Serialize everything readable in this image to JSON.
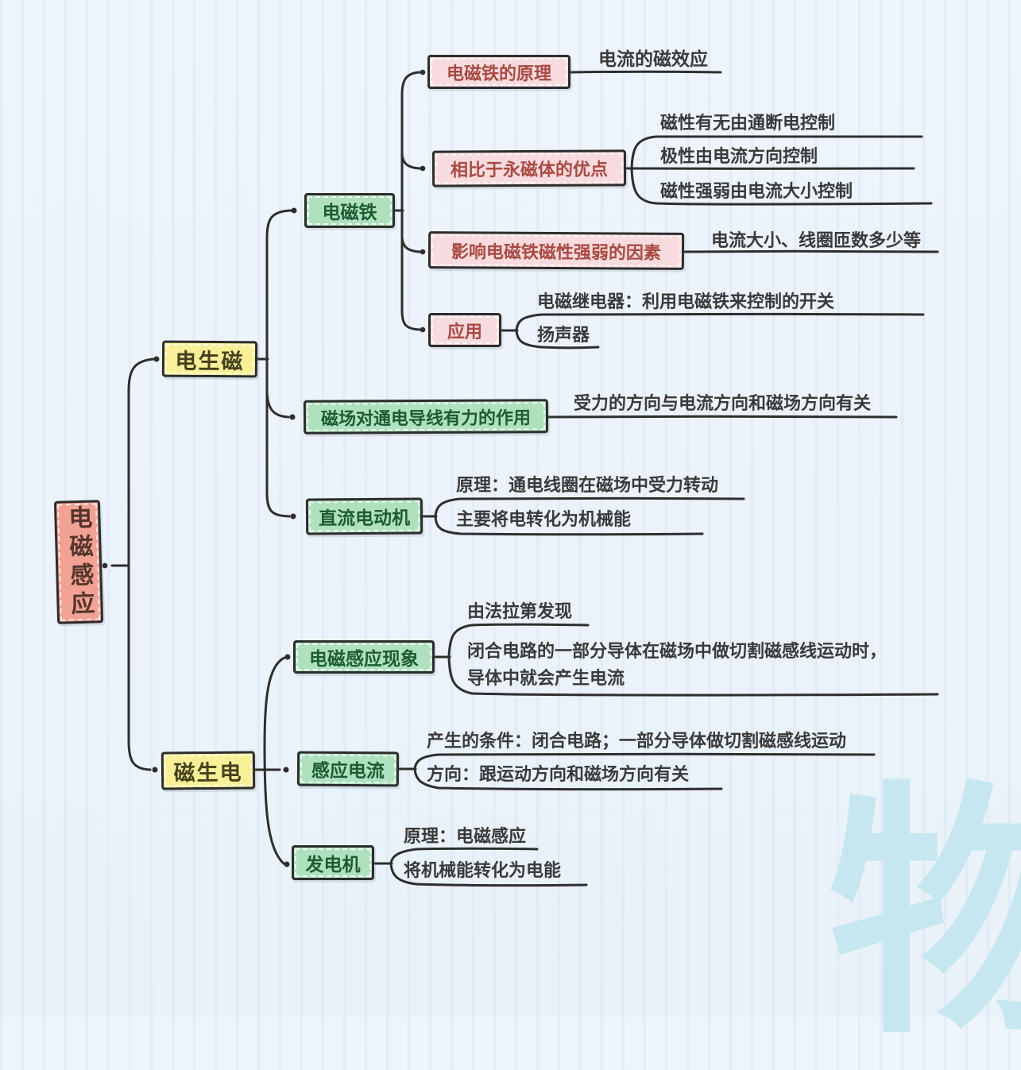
{
  "watermark": {
    "char": "物"
  },
  "colors": {
    "background": "#edf3fa",
    "root_fill": "#f2a294",
    "level1_fill": "#f7f098",
    "level2_fill": "#b0e1bf",
    "level3_fill": "#f8dbde",
    "line": "#2e2e2e",
    "watermark": "#c6e7ef"
  },
  "mindmap": {
    "root": {
      "label": "电磁感应"
    },
    "branches": [
      {
        "label": "电生磁",
        "children": [
          {
            "label": "电磁铁",
            "children": [
              {
                "label": "电磁铁的原理",
                "leaves": [
                  {
                    "text": "电流的磁效应"
                  }
                ]
              },
              {
                "label": "相比于永磁体的优点",
                "leaves": [
                  {
                    "text": "磁性有无由通断电控制"
                  },
                  {
                    "text": "极性由电流方向控制"
                  },
                  {
                    "text": "磁性强弱由电流大小控制"
                  }
                ]
              },
              {
                "label": "影响电磁铁磁性强弱的因素",
                "leaves": [
                  {
                    "text": "电流大小、线圈匝数多少等"
                  }
                ]
              },
              {
                "label": "应用",
                "leaves": [
                  {
                    "text": "电磁继电器：利用电磁铁来控制的开关"
                  },
                  {
                    "text": "扬声器"
                  }
                ]
              }
            ]
          },
          {
            "label": "磁场对通电导线有力的作用",
            "leaves": [
              {
                "text": "受力的方向与电流方向和磁场方向有关"
              }
            ]
          },
          {
            "label": "直流电动机",
            "leaves": [
              {
                "text": "原理：通电线圈在磁场中受力转动"
              },
              {
                "text": "主要将电转化为机械能"
              }
            ]
          }
        ]
      },
      {
        "label": "磁生电",
        "children": [
          {
            "label": "电磁感应现象",
            "leaves": [
              {
                "text": "由法拉第发现"
              },
              {
                "line1": "闭合电路的一部分导体在磁场中做切割磁感线运动时，",
                "line2": "导体中就会产生电流"
              }
            ]
          },
          {
            "label": "感应电流",
            "leaves": [
              {
                "text": "产生的条件：闭合电路；一部分导体做切割磁感线运动"
              },
              {
                "text": "方向：跟运动方向和磁场方向有关"
              }
            ]
          },
          {
            "label": "发电机",
            "leaves": [
              {
                "text": "原理：电磁感应"
              },
              {
                "text": "将机械能转化为电能"
              }
            ]
          }
        ]
      }
    ]
  }
}
